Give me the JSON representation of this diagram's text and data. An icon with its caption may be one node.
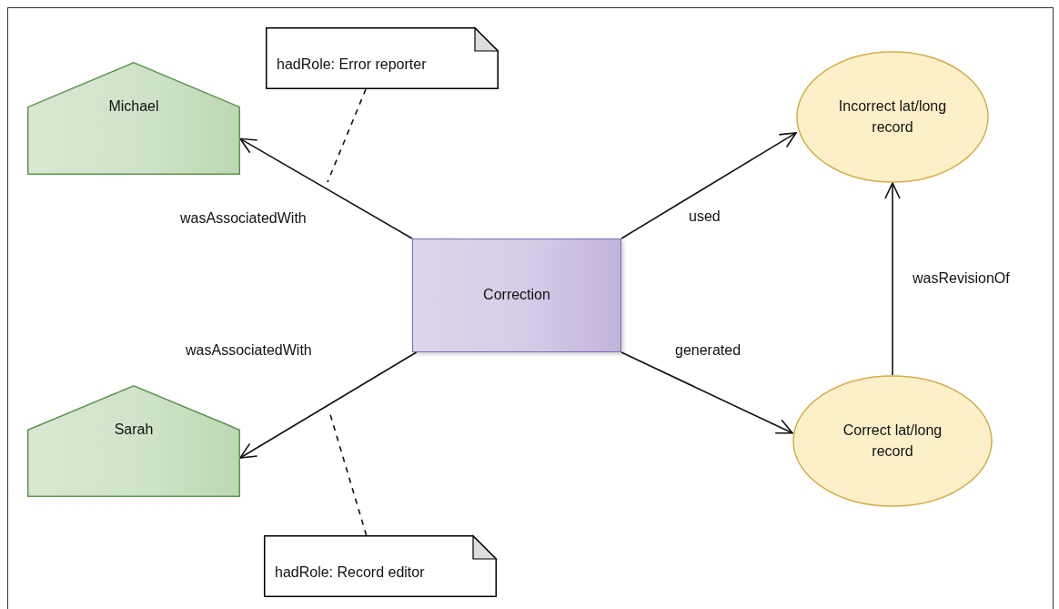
{
  "diagram": {
    "nodes": [
      {
        "text": [
          "hadRole: Error reporter"
        ]
      },
      {
        "text": [
          "Michael"
        ]
      },
      {
        "text": [
          "Incorrect lat/long record"
        ]
      },
      {
        "text": [
          "Correction"
        ]
      },
      {
        "text": [
          "Sarah"
        ]
      },
      {
        "text": [
          "Correct lat/long record"
        ]
      },
      {
        "text": [
          "hadRole: Record editor"
        ]
      }
    ],
    "edges": [
      {
        "from": 3,
        "to": 1,
        "arrow": "to",
        "label": "wasAssociatedWith"
      },
      {
        "from": 3,
        "to": 2,
        "arrow": "to",
        "label": "used"
      },
      {
        "from": 3,
        "to": 4,
        "arrow": "to",
        "label": "wasAssociatedWith"
      },
      {
        "from": 3,
        "to": 5,
        "arrow": "to",
        "label": "generated"
      },
      {
        "from": 5,
        "to": 2,
        "arrow": "to",
        "label": "wasRevisionOf"
      },
      {
        "from": 0,
        "to": null,
        "arrow": "none",
        "style": "dashed"
      },
      {
        "from": 6,
        "to": null,
        "arrow": "none",
        "style": "dashed"
      }
    ]
  }
}
